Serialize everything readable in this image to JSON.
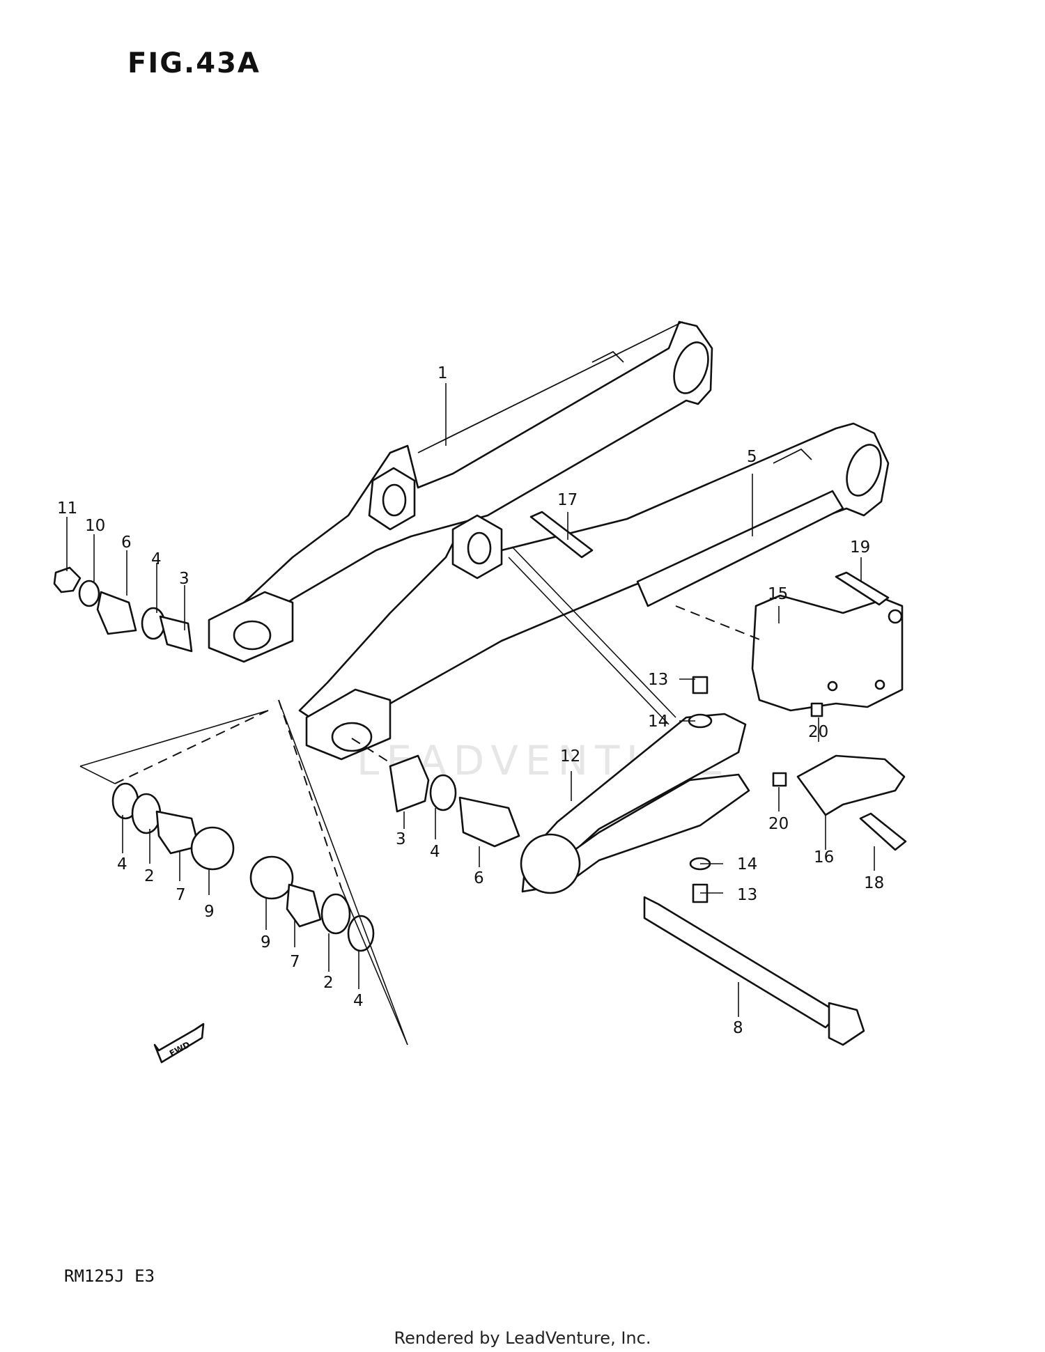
{
  "figure": {
    "title": "FIG.43A",
    "model": "RM125J E3",
    "footer": "Rendered by LeadVenture, Inc.",
    "watermark": "LEADVENTURE",
    "fwd_label": "FWD"
  },
  "callouts": {
    "c1": "1",
    "c2a": "2",
    "c2b": "2",
    "c3a": "3",
    "c3b": "3",
    "c4a": "4",
    "c4b": "4",
    "c4c": "4",
    "c4d": "4",
    "c5": "5",
    "c6a": "6",
    "c6b": "6",
    "c7a": "7",
    "c7b": "7",
    "c8": "8",
    "c9a": "9",
    "c9b": "9",
    "c10": "10",
    "c11": "11",
    "c12": "12",
    "c13a": "13",
    "c13b": "13",
    "c14a": "14",
    "c14b": "14",
    "c15": "15",
    "c16": "16",
    "c17": "17",
    "c18": "18",
    "c19": "19",
    "c20a": "20",
    "c20b": "20"
  }
}
